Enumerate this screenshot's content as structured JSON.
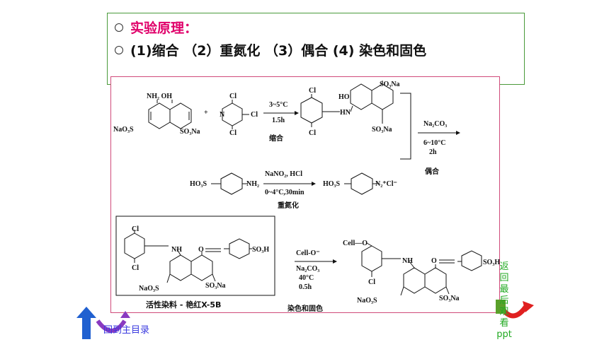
{
  "header": {
    "title": "实验原理：",
    "steps": "(1)缩合 （2）重氮化 （3）偶合   (4) 染色和固色"
  },
  "scheme": {
    "reactant1_top": "NH₂ OH",
    "reactant1_left": "NaO₃S",
    "reactant1_right": "SO₃Na",
    "plus": "+",
    "cl": "Cl",
    "n": "N",
    "cond1_top": "3~5°C",
    "cond1_bottom": "1.5h",
    "cond1_name": "缩合",
    "product1_ho": "HO",
    "product1_so3na_top": "SO₃Na",
    "product1_so3na_bottom": "SO₃Na",
    "product1_hn": "HN",
    "cond2_top": "Na₂CO₃",
    "cond2_mid": "6~10°C",
    "cond2_bottom": "2h",
    "cond2_name": "偶合",
    "sulfanilic_left": "HO₃S",
    "sulfanilic_right": "NH₂",
    "cond3_top": "NaNO₂, HCl",
    "cond3_bottom": "0~4°C,30min",
    "cond3_name": "重氮化",
    "diazo_left": "HO₃S",
    "diazo_right": "N₂⁺Cl⁻",
    "dye_nh": "NH",
    "dye_o": "O",
    "dye_so3h": "SO₃H",
    "dye_naso3s": "NaO₃S",
    "dye_so3na": "SO₃Na",
    "dye_caption": "活性染料 - 艳红X-5B",
    "cond4_top": "Cell-O⁻",
    "cond4_mid": "Na₂CO₃",
    "cond4_temp": "40°C",
    "cond4_time": "0.5h",
    "cond4_name": "染色和固色",
    "final_cell": "Cell—O",
    "final_nh": "NH",
    "final_o": "O",
    "final_so3h": "SO₃H",
    "final_cl": "Cl",
    "final_naso3s": "NaO₃S",
    "final_so3na": "SO₃Na"
  },
  "nav": {
    "back_label": "回到主目录",
    "return_label": "返回最后观看ppt"
  },
  "colors": {
    "title": "#e0006a",
    "header_border": "#4a9a3a",
    "scheme_border": "#d04a7a",
    "nav_blue": "#3a3adf",
    "nav_green": "#22aa22"
  }
}
